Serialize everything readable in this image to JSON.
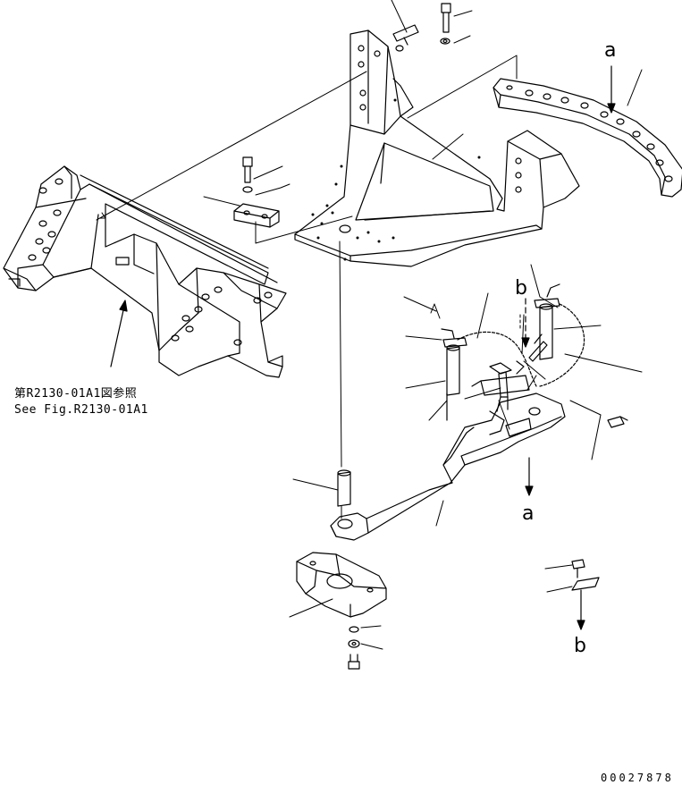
{
  "callouts": {
    "a_top": "a",
    "a_bottom": "a",
    "b_top": "b",
    "b_bottom": "b"
  },
  "reference": {
    "line_jp": "第R2130-01A1図参照",
    "line_en": "See Fig.R2130-01A1"
  },
  "drawing_number": "00027878"
}
